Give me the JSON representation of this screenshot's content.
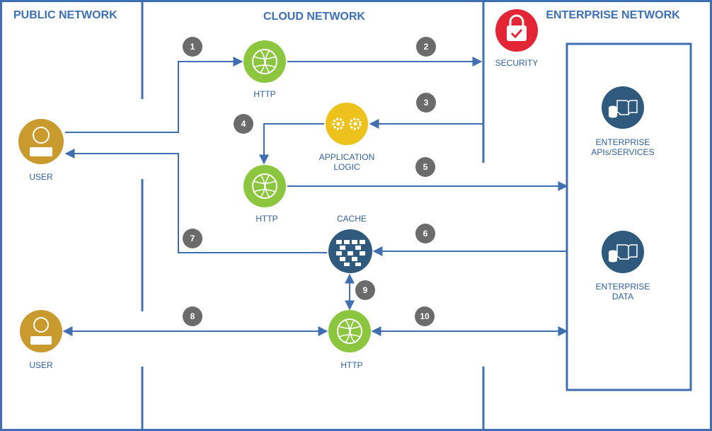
{
  "zones": {
    "public": "PUBLIC NETWORK",
    "cloud": "CLOUD NETWORK",
    "enterprise": "ENTERPRISE NETWORK"
  },
  "nodes": {
    "user_top": "USER",
    "user_bottom": "USER",
    "http_top": "HTTP",
    "http_middle": "HTTP",
    "http_bottom": "HTTP",
    "security": "SECURITY",
    "app_logic_line1": "APPLICATION",
    "app_logic_line2": "LOGIC",
    "cache": "CACHE",
    "ent_apis_line1": "ENTERPRISE",
    "ent_apis_line2": "APIs/SERVICES",
    "ent_data_line1": "ENTERPRISE",
    "ent_data_line2": "DATA"
  },
  "steps": [
    "1",
    "2",
    "3",
    "4",
    "5",
    "6",
    "7",
    "8",
    "9",
    "10"
  ],
  "colors": {
    "line": "#3f6fb1",
    "title": "#3b6fb6",
    "user": "#c99a2e",
    "http": "#8cc63f",
    "app_logic": "#eec21d",
    "security": "#e32636",
    "dark_node": "#2f5a7e",
    "step_badge": "#6b6b6b"
  }
}
